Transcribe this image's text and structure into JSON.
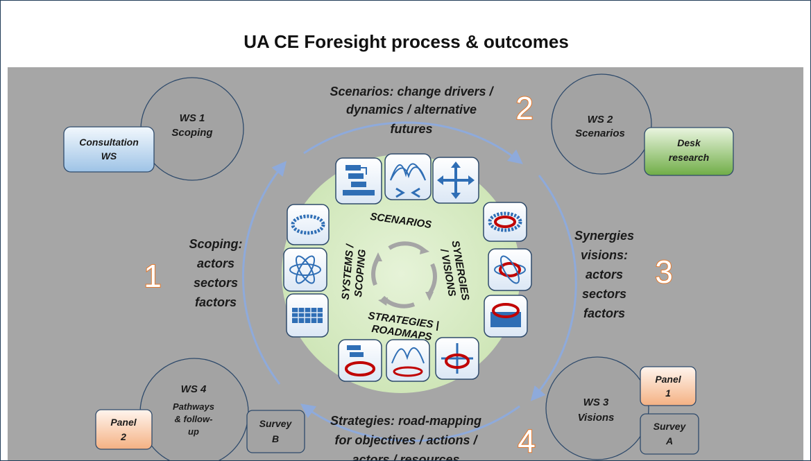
{
  "title": "UA CE Foresight process & outcomes",
  "workshops": {
    "ws1": [
      "WS 1",
      "Scoping"
    ],
    "ws2": [
      "WS 2",
      "Scenarios"
    ],
    "ws3": [
      "WS 3",
      "Visions"
    ],
    "ws4": [
      "WS 4",
      "Pathways",
      "& follow-",
      "up"
    ]
  },
  "boxes": {
    "consultation": [
      "Consultation",
      "WS"
    ],
    "desk": [
      "Desk",
      "research"
    ],
    "panel1": [
      "Panel",
      "1"
    ],
    "panel2": [
      "Panel",
      "2"
    ],
    "survey_a": [
      "Survey",
      "A"
    ],
    "survey_b": [
      "Survey",
      "B"
    ]
  },
  "steps": {
    "n1": "1",
    "n2": "2",
    "n3": "3",
    "n4": "4",
    "step1": [
      "Scoping:",
      "actors",
      "sectors",
      "factors"
    ],
    "step2": [
      "Scenarios: change drivers /",
      "dynamics / alternative",
      "futures"
    ],
    "step3": [
      "Synergies",
      "visions:",
      "actors",
      "sectors",
      "factors"
    ],
    "step4": [
      "Strategies: road-mapping",
      "for objectives / actions /",
      "actors / resources"
    ]
  },
  "center": {
    "scenarios": "SCENARIOS",
    "systems": [
      "SYSTEMS /",
      "SCOPING"
    ],
    "synergies": [
      "SYNERGIES",
      "/ VISIONS"
    ],
    "strategies": [
      "STRATEGIES |",
      "ROADMAPS"
    ]
  },
  "colors": {
    "background_gray": "#a6a6a6",
    "circle_gray": "#a3a3a3",
    "center_green": "#d8ecc6",
    "arrow_blue": "#8eaadb",
    "number_orange": "#e57a2e",
    "icon_blue": "#2f6eb5",
    "icon_red": "#c00000",
    "consultation_blue": "#bdd7f0",
    "desk_green": "#a9d18e",
    "panel_orange": "#f8cbad"
  },
  "icons": [
    "flowchart-icon",
    "curves-icon",
    "cross-arrows-icon",
    "chain-ring-icon",
    "flower-icon",
    "grid-stack-icon",
    "red-ring-icon",
    "red-flower-icon",
    "red-grid-stack-icon",
    "flowchart-red-ring-icon",
    "curves-red-arrows-icon",
    "cross-arrows-red-ring-icon",
    "cycle-arrows-icon"
  ]
}
